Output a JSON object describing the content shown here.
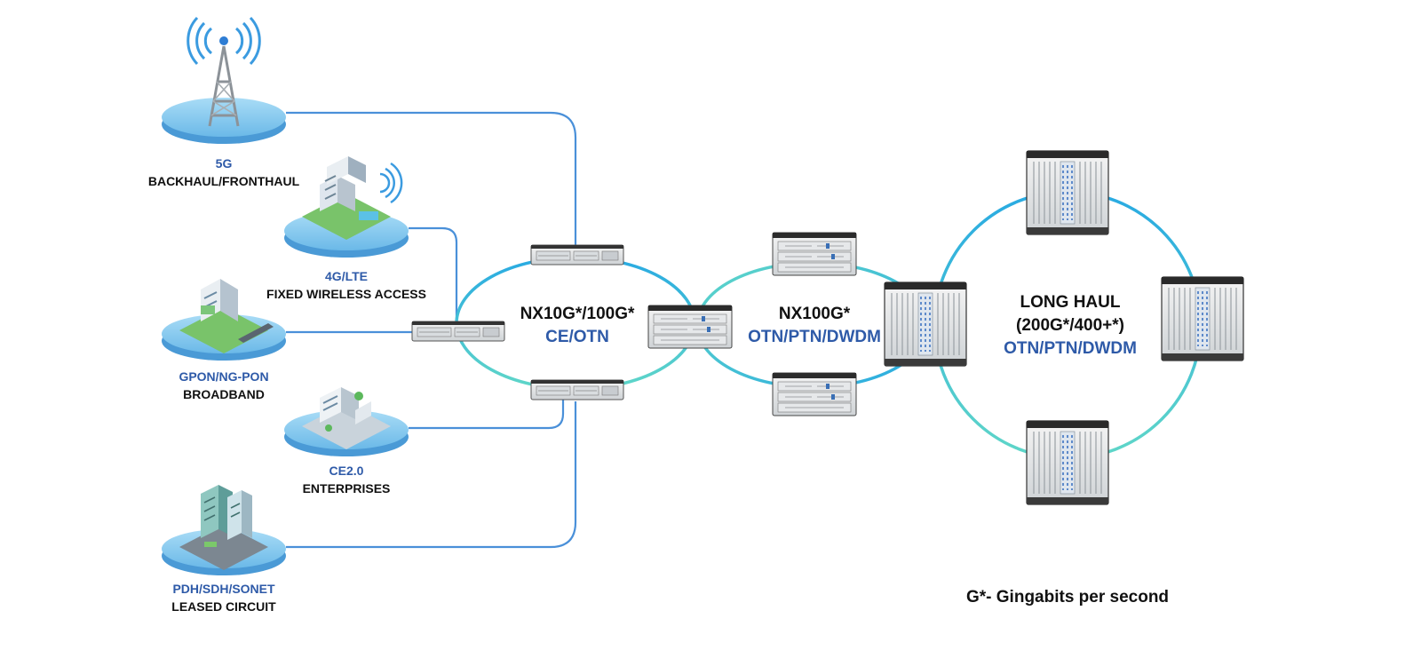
{
  "sites": [
    {
      "title": "5G",
      "subtitle": "BACKHAUL/FRONTHAUL",
      "icon": "cell-tower-icon"
    },
    {
      "title": "4G/LTE",
      "subtitle": "FIXED WIRELESS ACCESS",
      "icon": "wireless-building-icon"
    },
    {
      "title": "GPON/NG-PON",
      "subtitle": "BROADBAND",
      "icon": "residential-building-icon"
    },
    {
      "title": "CE2.0",
      "subtitle": "ENTERPRISES",
      "icon": "enterprise-campus-icon"
    },
    {
      "title": "PDH/SDH/SONET",
      "subtitle": "LEASED CIRCUIT",
      "icon": "office-tower-icon"
    }
  ],
  "rings": {
    "access": {
      "line1": "NX10G*/100G*",
      "line2": "CE/OTN"
    },
    "metro": {
      "line1": "NX100G*",
      "line2": "OTN/PTN/DWDM"
    },
    "long_haul": {
      "line1": "LONG HAUL",
      "line2": "(200G*/400+*)",
      "line3": "OTN/PTN/DWDM"
    }
  },
  "footnote": "G*- Gingabits per second",
  "colors": {
    "link_blue": "#4a90d9",
    "ring_blue": "#29aae2",
    "ring_teal": "#5fd6c8",
    "label_blue": "#2e5aa8",
    "platform": "#7cc4ee"
  }
}
